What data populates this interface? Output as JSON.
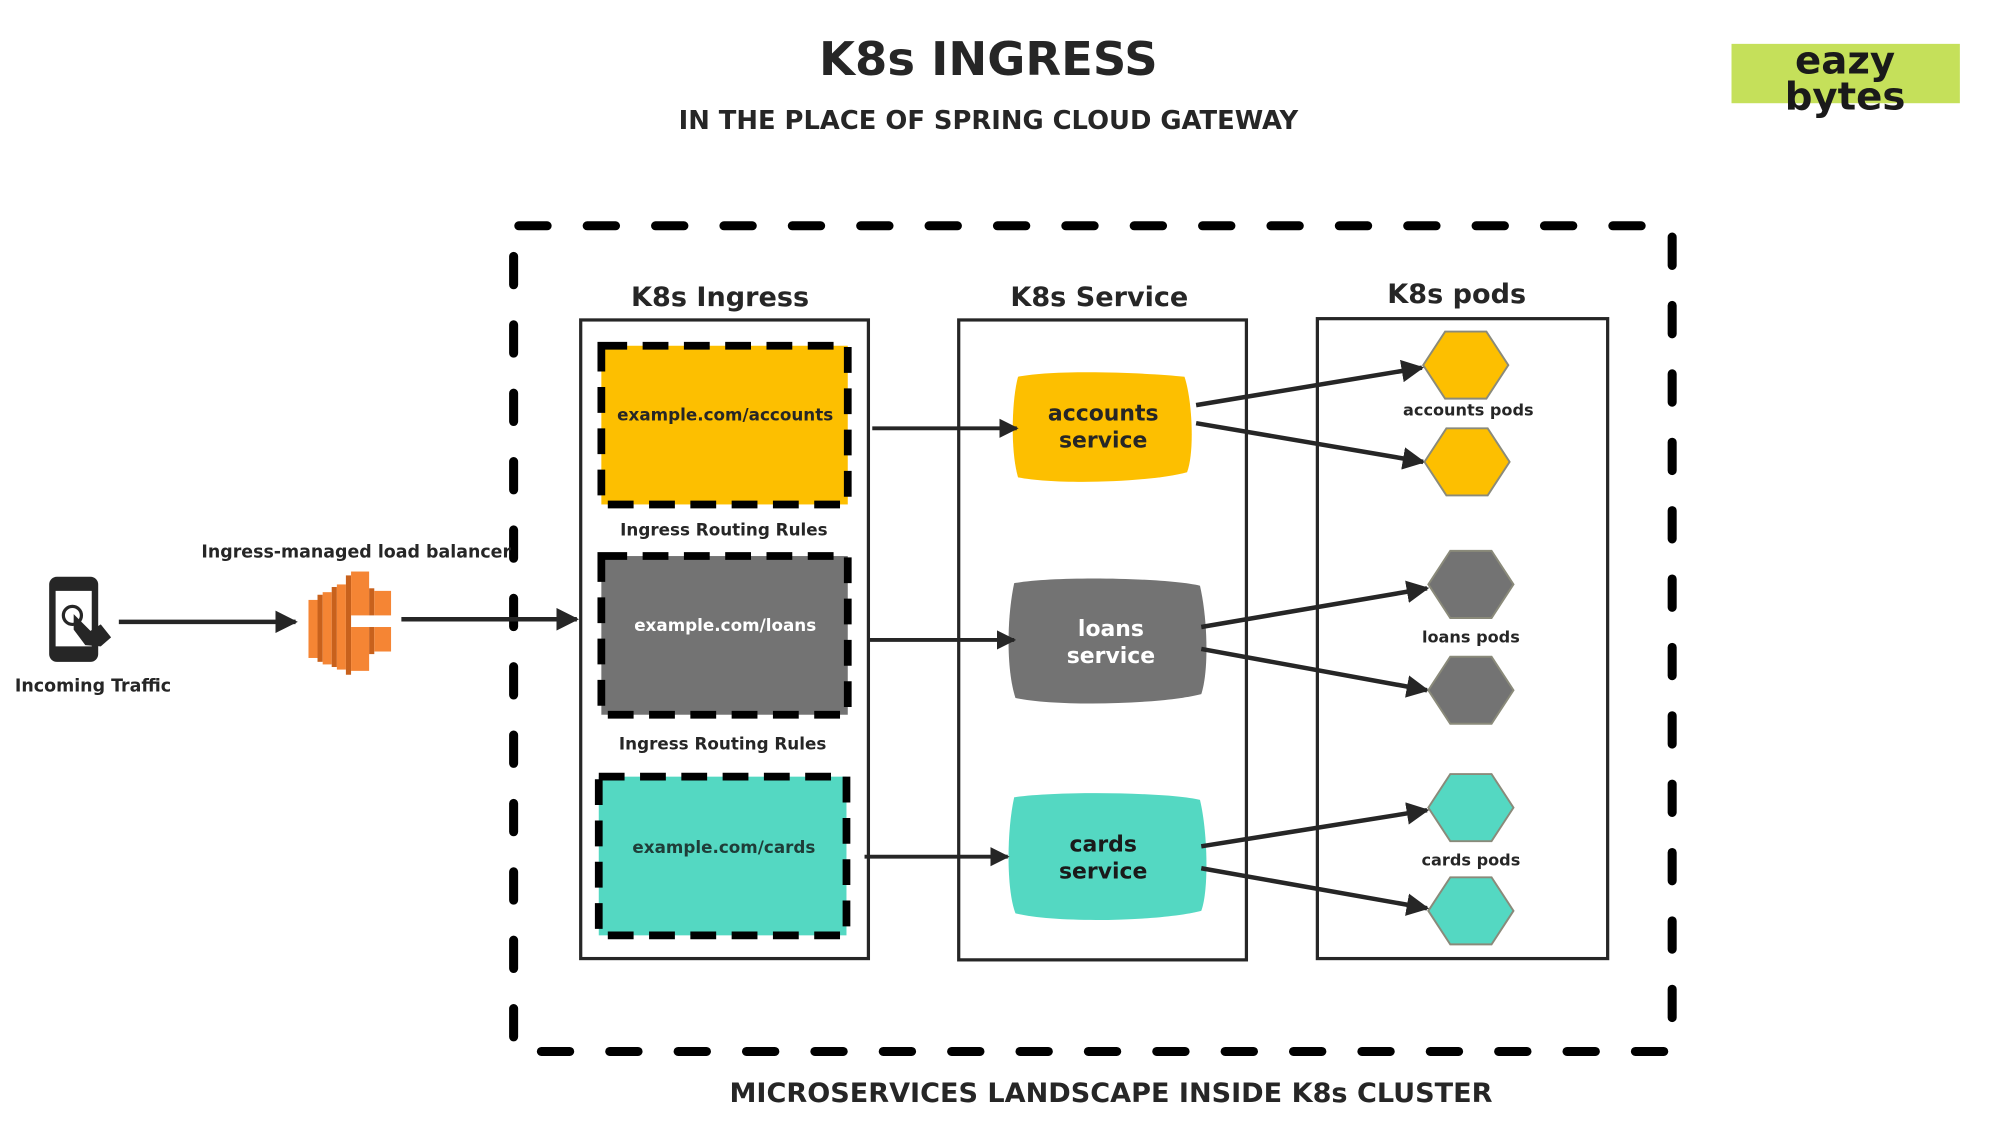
{
  "header": {
    "title": "K8s INGRESS",
    "subtitle": "IN THE PLACE OF SPRING CLOUD GATEWAY"
  },
  "logo": {
    "line1": "eazy",
    "line2": "bytes",
    "background": "#c5e05a"
  },
  "client": {
    "icon": "smartphone-touch-icon",
    "label": "Incoming Traffic"
  },
  "load_balancer": {
    "icon": "aws-elastic-load-balancer-icon",
    "label": "Ingress-managed load balancer",
    "color": "#f58534"
  },
  "cluster": {
    "caption": "MICROSERVICES LANDSCAPE INSIDE K8s CLUSTER"
  },
  "columns": {
    "ingress": "K8s Ingress",
    "service": "K8s Service",
    "pods": "K8s pods"
  },
  "routing_rules_label": "Ingress Routing Rules",
  "routes": [
    {
      "path": "example.com/accounts",
      "service_line1": "accounts",
      "service_line2": "service",
      "pods_label": "accounts pods",
      "pod_count": 2,
      "color": "#fdbf00",
      "text_color": "#262626",
      "service_text_color": "#262626"
    },
    {
      "path": "example.com/loans",
      "service_line1": "loans",
      "service_line2": "service",
      "pods_label": "loans pods",
      "pod_count": 2,
      "color": "#737373",
      "text_color": "#ffffff",
      "service_text_color": "#ffffff"
    },
    {
      "path": "example.com/cards",
      "service_line1": "cards",
      "service_line2": "service",
      "pods_label": "cards pods",
      "pod_count": 2,
      "color": "#54d8c2",
      "text_color": "#1f3d38",
      "service_text_color": "#1a1a1a"
    }
  ]
}
